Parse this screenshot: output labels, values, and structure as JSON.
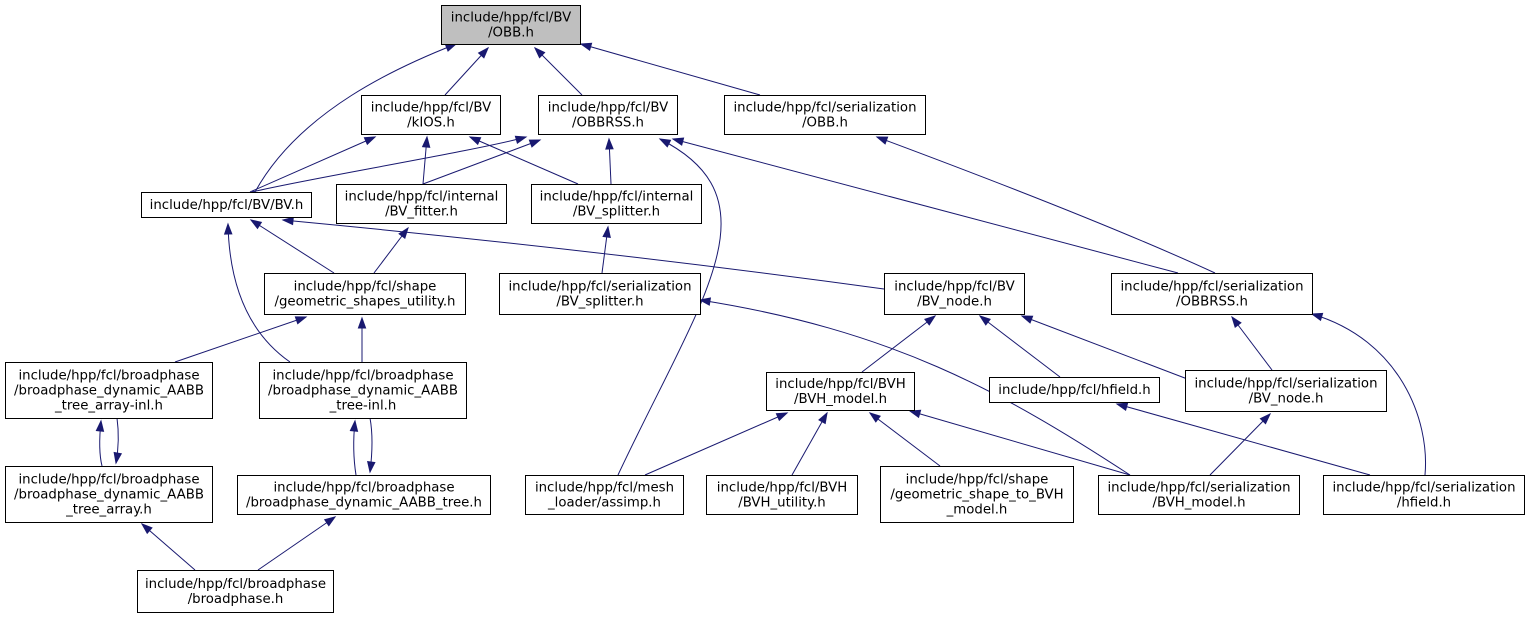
{
  "colors": {
    "edge": "#191970",
    "node_border": "#000000",
    "node_fill": "#ffffff",
    "root_fill": "#bfbfbf"
  },
  "nodes": {
    "obb": [
      "include/hpp/fcl/BV",
      "/OBB.h"
    ],
    "kios": [
      "include/hpp/fcl/BV",
      "/kIOS.h"
    ],
    "obbrss": [
      "include/hpp/fcl/BV",
      "/OBBRSS.h"
    ],
    "ser_obb": [
      "include/hpp/fcl/serialization",
      "/OBB.h"
    ],
    "bv": [
      "include/hpp/fcl/BV/BV.h"
    ],
    "bv_fitter": [
      "include/hpp/fcl/internal",
      "/BV_fitter.h"
    ],
    "bv_splitter": [
      "include/hpp/fcl/internal",
      "/BV_splitter.h"
    ],
    "geom_util": [
      "include/hpp/fcl/shape",
      "/geometric_shapes_utility.h"
    ],
    "ser_bv_splitter": [
      "include/hpp/fcl/serialization",
      "/BV_splitter.h"
    ],
    "bv_node": [
      "include/hpp/fcl/BV",
      "/BV_node.h"
    ],
    "ser_obbrss": [
      "include/hpp/fcl/serialization",
      "/OBBRSS.h"
    ],
    "dyn_arr_inl": [
      "include/hpp/fcl/broadphase",
      "/broadphase_dynamic_AABB",
      "_tree_array-inl.h"
    ],
    "dyn_tree_inl": [
      "include/hpp/fcl/broadphase",
      "/broadphase_dynamic_AABB",
      "_tree-inl.h"
    ],
    "bvh_model": [
      "include/hpp/fcl/BVH",
      "/BVH_model.h"
    ],
    "hfield": [
      "include/hpp/fcl/hfield.h"
    ],
    "ser_bv_node": [
      "include/hpp/fcl/serialization",
      "/BV_node.h"
    ],
    "dyn_arr": [
      "include/hpp/fcl/broadphase",
      "/broadphase_dynamic_AABB",
      "_tree_array.h"
    ],
    "dyn_tree": [
      "include/hpp/fcl/broadphase",
      "/broadphase_dynamic_AABB_tree.h"
    ],
    "mesh_assimp": [
      "include/hpp/fcl/mesh",
      "_loader/assimp.h"
    ],
    "bvh_utility": [
      "include/hpp/fcl/BVH",
      "/BVH_utility.h"
    ],
    "geom_to_bvh": [
      "include/hpp/fcl/shape",
      "/geometric_shape_to_BVH",
      "_model.h"
    ],
    "ser_bvh_model": [
      "include/hpp/fcl/serialization",
      "/BVH_model.h"
    ],
    "ser_hfield": [
      "include/hpp/fcl/serialization",
      "/hfield.h"
    ],
    "broadphase": [
      "include/hpp/fcl/broadphase",
      "/broadphase.h"
    ]
  },
  "edges": [
    [
      "obb",
      "bv"
    ],
    [
      "obb",
      "kios"
    ],
    [
      "obb",
      "obbrss"
    ],
    [
      "obb",
      "ser_obb"
    ],
    [
      "kios",
      "bv"
    ],
    [
      "kios",
      "bv_fitter"
    ],
    [
      "kios",
      "bv_splitter"
    ],
    [
      "obbrss",
      "bv"
    ],
    [
      "obbrss",
      "bv_fitter"
    ],
    [
      "obbrss",
      "bv_splitter"
    ],
    [
      "obbrss",
      "ser_obbrss"
    ],
    [
      "obbrss",
      "mesh_assimp"
    ],
    [
      "ser_obb",
      "ser_obbrss"
    ],
    [
      "bv",
      "geom_util"
    ],
    [
      "bv",
      "dyn_tree_inl"
    ],
    [
      "bv",
      "bv_node"
    ],
    [
      "bv_fitter",
      "geom_util"
    ],
    [
      "bv_splitter",
      "ser_bv_splitter"
    ],
    [
      "geom_util",
      "dyn_arr_inl"
    ],
    [
      "geom_util",
      "dyn_tree_inl"
    ],
    [
      "ser_bv_splitter",
      "ser_bvh_model"
    ],
    [
      "bv_node",
      "bvh_model"
    ],
    [
      "bv_node",
      "hfield"
    ],
    [
      "bv_node",
      "ser_bv_node"
    ],
    [
      "ser_obbrss",
      "ser_bv_node"
    ],
    [
      "ser_obbrss",
      "ser_hfield"
    ],
    [
      "dyn_arr_inl",
      "dyn_arr"
    ],
    [
      "dyn_arr",
      "dyn_arr_inl"
    ],
    [
      "dyn_tree_inl",
      "dyn_tree"
    ],
    [
      "dyn_tree",
      "dyn_tree_inl"
    ],
    [
      "bvh_model",
      "mesh_assimp"
    ],
    [
      "bvh_model",
      "bvh_utility"
    ],
    [
      "bvh_model",
      "geom_to_bvh"
    ],
    [
      "bvh_model",
      "ser_bvh_model"
    ],
    [
      "hfield",
      "ser_hfield"
    ],
    [
      "ser_bv_node",
      "ser_bvh_model"
    ],
    [
      "dyn_arr",
      "broadphase"
    ],
    [
      "dyn_tree",
      "broadphase"
    ]
  ]
}
